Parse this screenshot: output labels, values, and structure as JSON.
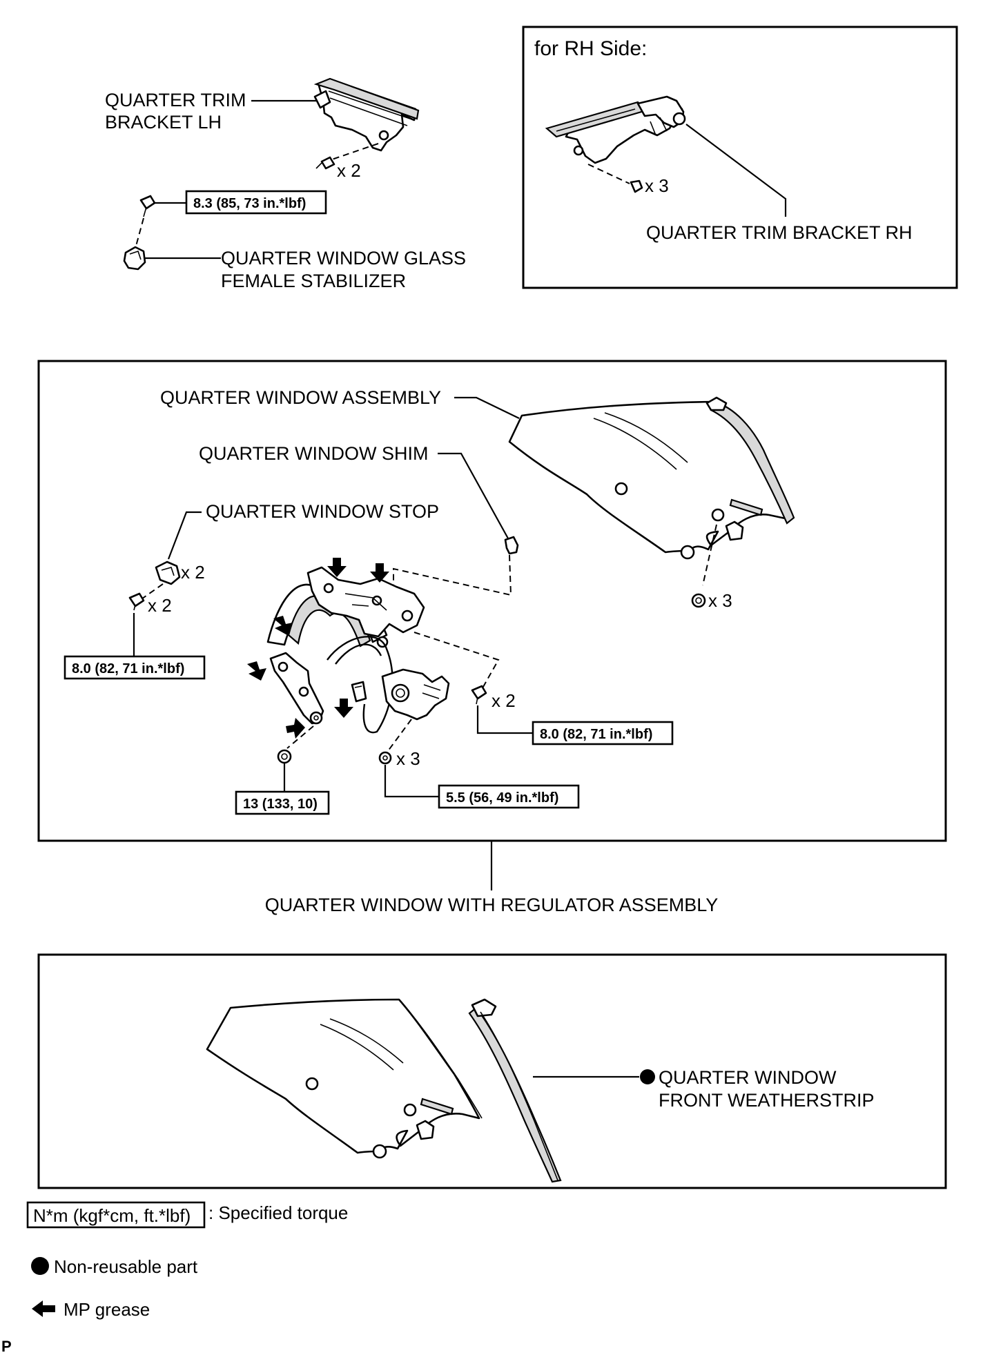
{
  "labels": {
    "quarter_trim_bracket_lh_line1": "QUARTER TRIM",
    "quarter_trim_bracket_lh_line2": "BRACKET LH",
    "rh_side_title": "for RH Side:",
    "quarter_trim_bracket_rh": "QUARTER TRIM BRACKET RH",
    "female_stabilizer_line1": "QUARTER WINDOW GLASS",
    "female_stabilizer_line2": "FEMALE STABILIZER",
    "quarter_window_assembly": "QUARTER WINDOW ASSEMBLY",
    "quarter_window_shim": "QUARTER WINDOW SHIM",
    "quarter_window_stop": "QUARTER WINDOW STOP",
    "regulator_assembly": "QUARTER WINDOW WITH REGULATOR ASSEMBLY",
    "weatherstrip_line1": "QUARTER WINDOW",
    "weatherstrip_line2": "FRONT WEATHERSTRIP"
  },
  "quantities": {
    "lh_bracket_screws": "x 2",
    "rh_bracket_screws": "x 3",
    "stop": "x 2",
    "stop_bolts": "x 2",
    "regulator_bolts": "x 2",
    "glass_nuts": "x 3",
    "motor_bolts": "x 3"
  },
  "torques": {
    "stabilizer": "8.3 (85, 73 in.*lbf)",
    "stop_bolts": "8.0 (82, 71 in.*lbf)",
    "regulator_bolts": "8.0 (82, 71 in.*lbf)",
    "regulator_nut": "13 (133, 10)",
    "motor_bolts": "5.5 (56, 49 in.*lbf)"
  },
  "legend": {
    "torque_unit": "N*m (kgf*cm, ft.*lbf)",
    "torque_desc": ": Specified torque",
    "non_reusable": "Non-reusable part",
    "mp_grease": "MP grease"
  },
  "footer_mark": "P",
  "icons": {
    "non_reusable": "filled-circle-icon",
    "grease": "arrow-left-icon"
  }
}
